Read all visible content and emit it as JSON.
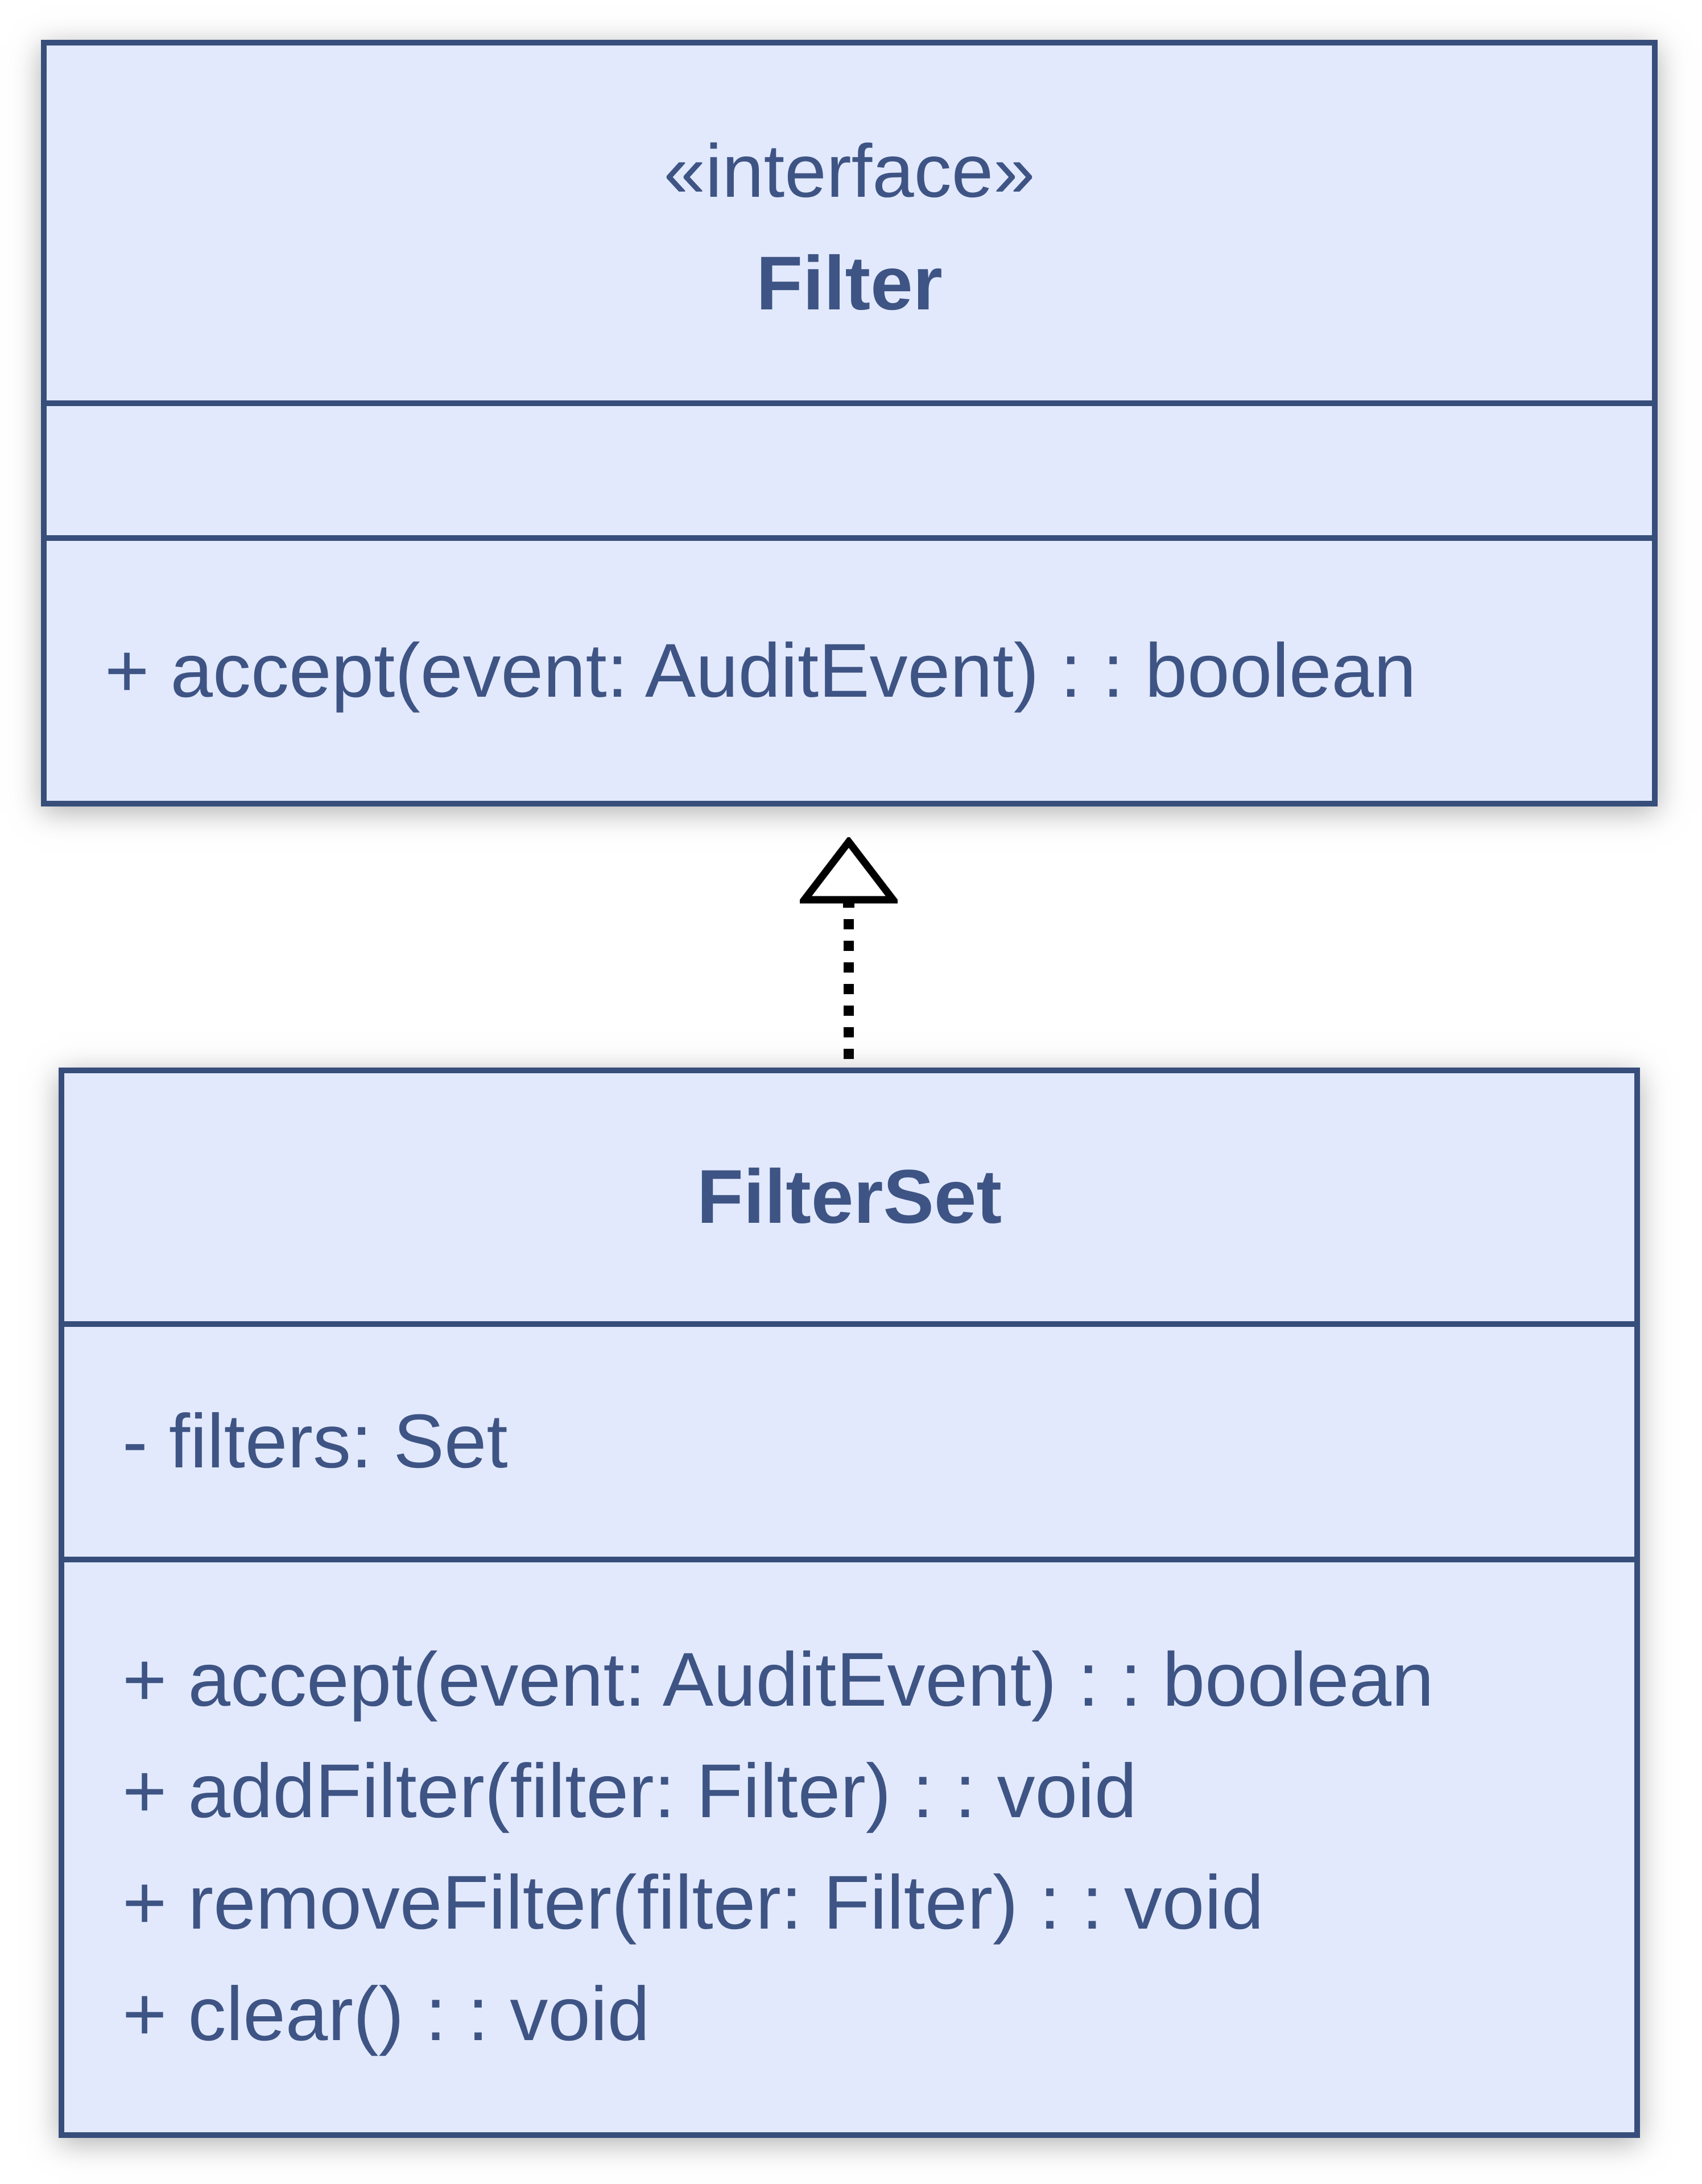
{
  "colors": {
    "box_fill": "#e2e9fc",
    "box_border": "#374e7b",
    "text": "#3e5484",
    "arrow": "#000000",
    "background": "#ffffff"
  },
  "classes": {
    "filter": {
      "stereotype": "«interface»",
      "name": "Filter",
      "attributes": [],
      "methods": [
        "+ accept(event: AuditEvent) : : boolean"
      ]
    },
    "filterset": {
      "name": "FilterSet",
      "attributes": [
        "- filters: Set"
      ],
      "methods": [
        "+ accept(event: AuditEvent) : : boolean",
        "+ addFilter(filter: Filter) : : void",
        "+ removeFilter(filter: Filter) : : void",
        "+ clear() : : void"
      ]
    }
  },
  "relationship": {
    "style": "dashed-line-hollow-triangle",
    "meaning": "realization"
  }
}
